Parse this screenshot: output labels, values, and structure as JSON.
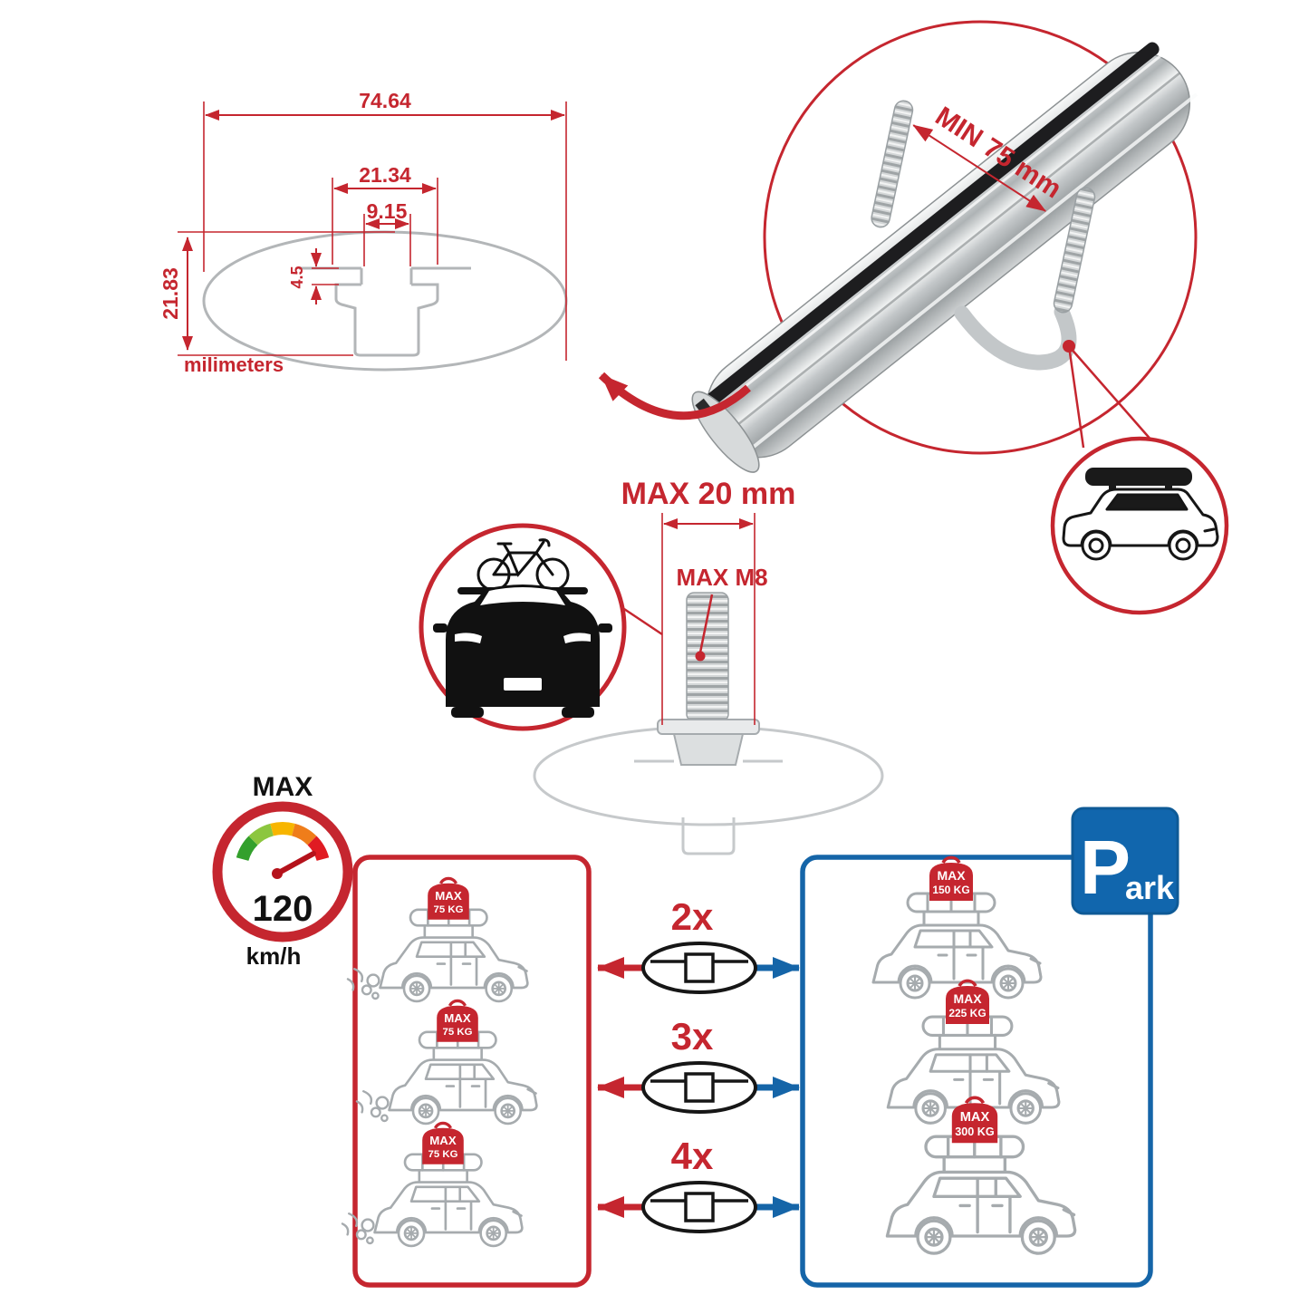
{
  "cross_section": {
    "outer_width": "74.64",
    "channel_width": "21.34",
    "slot_width": "9.15",
    "slot_depth": "4.5",
    "height": "21.83",
    "units_label": "milimeters"
  },
  "clamp_detail": {
    "min_grip_label": "MIN 75 mm"
  },
  "bolt_detail": {
    "max_length_label": "MAX 20 mm",
    "max_thread_label": "MAX M8"
  },
  "speed_limit": {
    "heading": "MAX",
    "value": "120",
    "units": "km/h"
  },
  "parking_sign": {
    "letter": "P",
    "suffix": "ark"
  },
  "bar_quantities": [
    "2x",
    "3x",
    "4x"
  ],
  "driving_loads": [
    {
      "label": "MAX",
      "value": "75 KG"
    },
    {
      "label": "MAX",
      "value": "75 KG"
    },
    {
      "label": "MAX",
      "value": "75 KG"
    }
  ],
  "parked_loads": [
    {
      "label": "MAX",
      "value": "150 KG"
    },
    {
      "label": "MAX",
      "value": "225 KG"
    },
    {
      "label": "MAX",
      "value": "300 KG"
    }
  ],
  "colors": {
    "red": "#c5262f",
    "blue": "#1565a8",
    "silver": "#c7cbce",
    "gray_line": "#b3b6b8"
  }
}
